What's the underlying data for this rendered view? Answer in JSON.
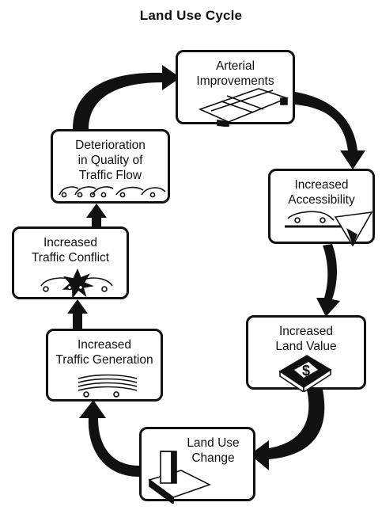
{
  "title": "Land Use Cycle",
  "stages": {
    "arterial": {
      "lines": [
        "Arterial",
        "Improvements"
      ]
    },
    "access": {
      "lines": [
        "Increased",
        "Accessibility"
      ]
    },
    "value": {
      "lines": [
        "Increased",
        "Land Value"
      ],
      "symbol": "$"
    },
    "landuse": {
      "lines": [
        "Land Use",
        "Change"
      ]
    },
    "gen": {
      "lines": [
        "Increased",
        "Traffic Generation"
      ]
    },
    "conflict": {
      "lines": [
        "Increased",
        "Traffic Conflict"
      ]
    },
    "deter": {
      "lines": [
        "Deterioration",
        "in Quality of",
        "Traffic Flow"
      ]
    }
  },
  "colors": {
    "ink": "#111111",
    "background": "#ffffff"
  }
}
